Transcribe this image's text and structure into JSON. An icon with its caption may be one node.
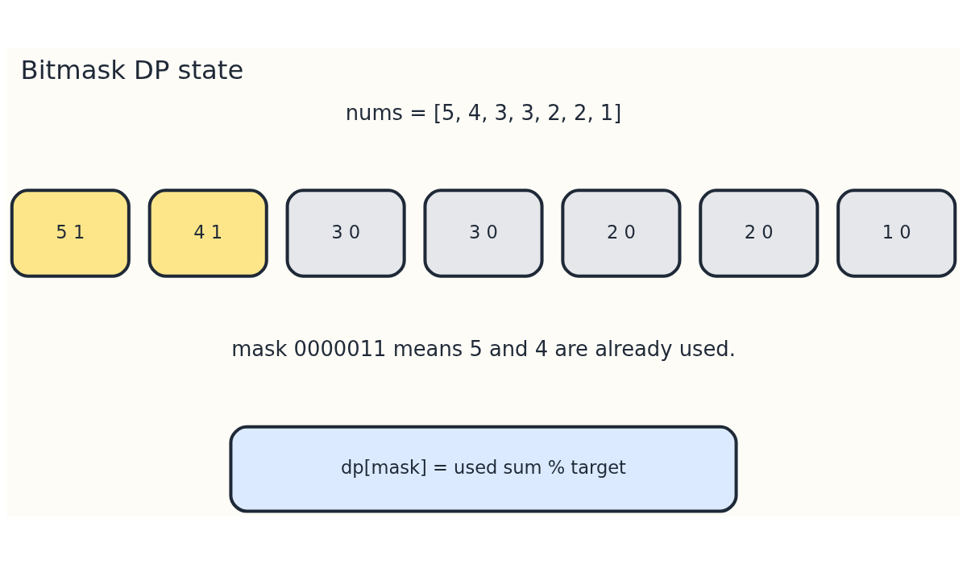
{
  "diagram": {
    "title": "Bitmask DP state",
    "nodes": [
      {
        "text": [
          "5 1"
        ]
      },
      {
        "text": [
          "4 1"
        ]
      },
      {
        "text": [
          "3 0"
        ]
      },
      {
        "text": [
          "3 0"
        ]
      },
      {
        "text": [
          "2 0"
        ]
      },
      {
        "text": [
          "2 0"
        ]
      },
      {
        "text": [
          "1 0"
        ]
      },
      {
        "text": [
          "dp[mask] = used sum % target"
        ]
      }
    ],
    "labels": [
      "nums = [5, 4, 3, 3, 2, 2, 1]",
      "mask 0000011 means 5 and 4 are already used."
    ]
  }
}
